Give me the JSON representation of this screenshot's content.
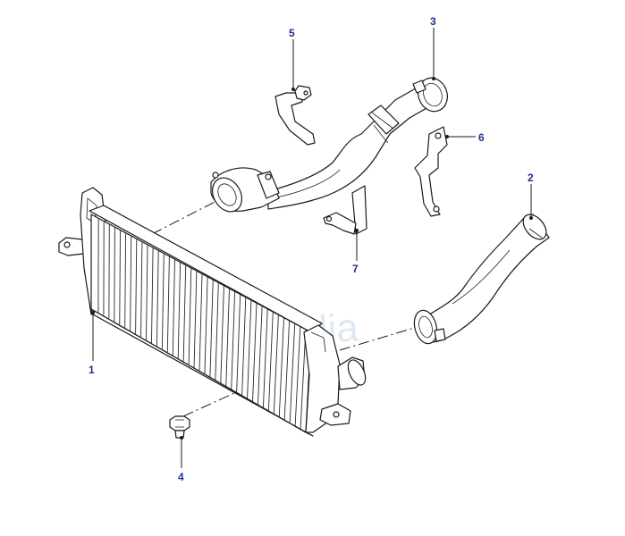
{
  "diagram": {
    "watermark": "infomedia",
    "callouts": [
      {
        "id": "1",
        "label": "1"
      },
      {
        "id": "2",
        "label": "2"
      },
      {
        "id": "3",
        "label": "3"
      },
      {
        "id": "4",
        "label": "4"
      },
      {
        "id": "5",
        "label": "5"
      },
      {
        "id": "6",
        "label": "6"
      },
      {
        "id": "7",
        "label": "7"
      }
    ],
    "colors": {
      "callout": "#1f2f8f",
      "line": "#1a1a1a",
      "watermark": "#c9d9ea"
    }
  }
}
